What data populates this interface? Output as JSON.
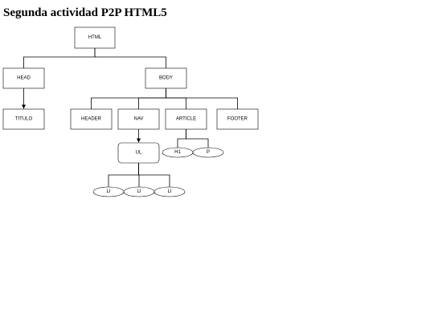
{
  "page": {
    "title": "Segunda actividad P2P HTML5"
  },
  "diagram": {
    "nodes": [
      {
        "id": "html",
        "label": "HTML",
        "shape": "rect"
      },
      {
        "id": "head",
        "label": "HEAD",
        "shape": "rect"
      },
      {
        "id": "body",
        "label": "BODY",
        "shape": "rect"
      },
      {
        "id": "titulo",
        "label": "TITULO",
        "shape": "rect"
      },
      {
        "id": "header",
        "label": "HEADER",
        "shape": "rect"
      },
      {
        "id": "nav",
        "label": "NAV",
        "shape": "rect"
      },
      {
        "id": "article",
        "label": "ARTICLE",
        "shape": "rect"
      },
      {
        "id": "footer",
        "label": "FOOTER",
        "shape": "rect"
      },
      {
        "id": "ul",
        "label": "UL",
        "shape": "rounded-rect"
      },
      {
        "id": "h1",
        "label": "H1",
        "shape": "ellipse"
      },
      {
        "id": "p",
        "label": "P",
        "shape": "ellipse"
      },
      {
        "id": "li1",
        "label": "LI",
        "shape": "ellipse"
      },
      {
        "id": "li2",
        "label": "LI",
        "shape": "ellipse"
      },
      {
        "id": "li3",
        "label": "LI",
        "shape": "ellipse"
      }
    ],
    "edges": [
      {
        "from": "html",
        "to": "head"
      },
      {
        "from": "html",
        "to": "body"
      },
      {
        "from": "head",
        "to": "titulo",
        "arrow": true
      },
      {
        "from": "body",
        "to": "header"
      },
      {
        "from": "body",
        "to": "nav"
      },
      {
        "from": "body",
        "to": "article"
      },
      {
        "from": "body",
        "to": "footer"
      },
      {
        "from": "nav",
        "to": "ul",
        "arrow": true
      },
      {
        "from": "article",
        "to": "h1"
      },
      {
        "from": "article",
        "to": "p"
      },
      {
        "from": "ul",
        "to": "li1"
      },
      {
        "from": "ul",
        "to": "li2"
      },
      {
        "from": "ul",
        "to": "li3"
      }
    ]
  }
}
